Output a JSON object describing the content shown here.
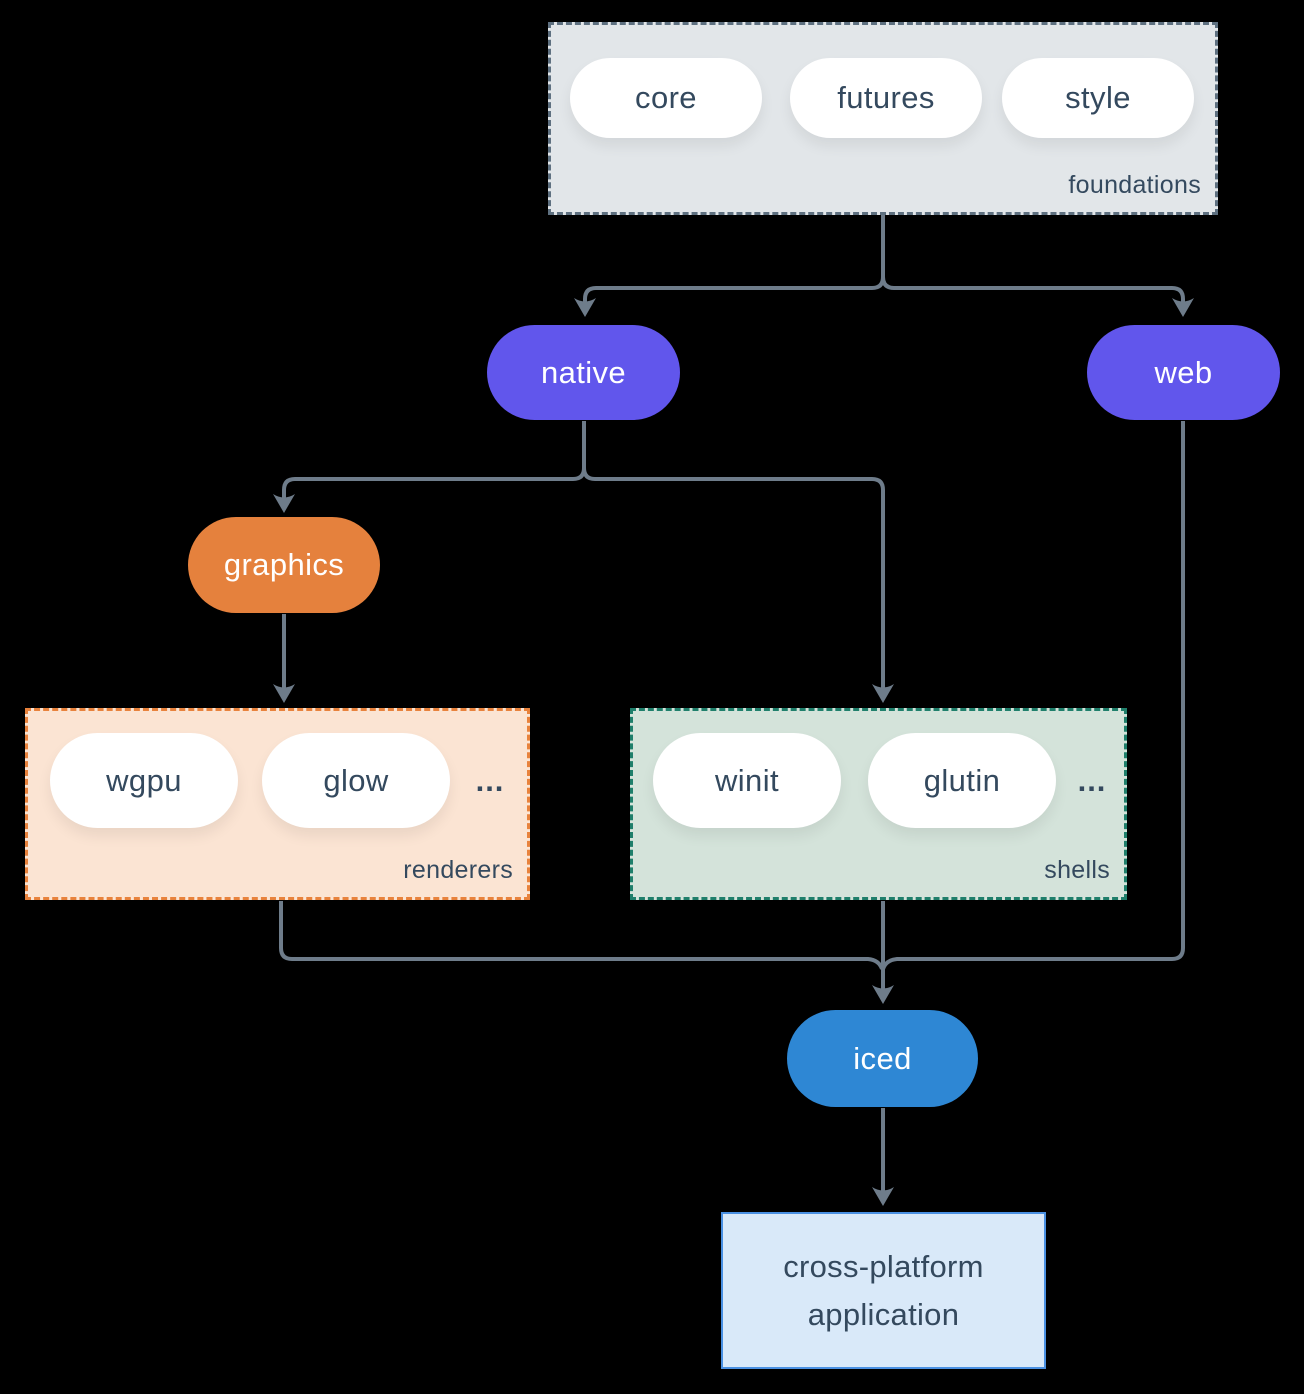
{
  "diagram": {
    "foundations": {
      "label": "foundations",
      "pills": [
        "core",
        "futures",
        "style"
      ]
    },
    "native": {
      "label": "native"
    },
    "web": {
      "label": "web"
    },
    "graphics": {
      "label": "graphics"
    },
    "renderers": {
      "label": "renderers",
      "pills": [
        "wgpu",
        "glow"
      ],
      "more": "..."
    },
    "shells": {
      "label": "shells",
      "pills": [
        "winit",
        "glutin"
      ],
      "more": "..."
    },
    "iced": {
      "label": "iced"
    },
    "application": {
      "label": "cross-platform application"
    }
  },
  "colors": {
    "background": "#000000",
    "connector": "#6e7c8a",
    "purple_node": "#6156ec",
    "orange_node": "#e5813d",
    "blue_node": "#2e87d4",
    "foundations_fill": "#e2e6e9",
    "foundations_border": "#5e7080",
    "renderers_fill": "#fbe4d3",
    "renderers_border": "#e8823c",
    "shells_fill": "#d4e3da",
    "shells_border": "#1f7f6b",
    "application_fill": "#d9e9f9",
    "application_border": "#4a90e2",
    "dark_text": "#34495e",
    "light_text": "#ffffff"
  }
}
